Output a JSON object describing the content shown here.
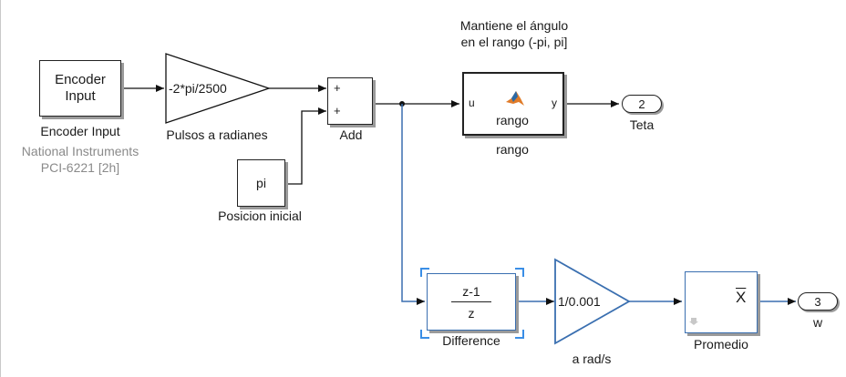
{
  "encoder": {
    "block_text": "Encoder\nInput",
    "label": "Encoder Input",
    "sublabel1": "National Instruments",
    "sublabel2": "PCI-6221 [2h]"
  },
  "gain1": {
    "text": "-2*pi/2500",
    "label": "Pulsos a radianes"
  },
  "const": {
    "text": "pi",
    "label": "Posicion inicial"
  },
  "add": {
    "label": "Add",
    "sign1": "+",
    "sign2": "+"
  },
  "rango": {
    "annotation_line1": "Mantiene el ángulo",
    "annotation_line2": "en el rango (-pi, pi]",
    "in_port": "u",
    "out_port": "y",
    "inner_text": "rango",
    "label": "rango"
  },
  "outport_teta": {
    "number": "2",
    "label": "Teta"
  },
  "difference": {
    "num": "z-1",
    "den": "z",
    "label": "Difference"
  },
  "gain2": {
    "text": "1/0.001",
    "label": "a rad/s"
  },
  "promedio": {
    "symbol": "X",
    "label": "Promedio"
  },
  "outport_w": {
    "number": "3",
    "label": "w"
  },
  "colors": {
    "wire": "#1a1a1a",
    "blue_wire": "#3a6fb0",
    "selection": "#3a8ee6"
  }
}
